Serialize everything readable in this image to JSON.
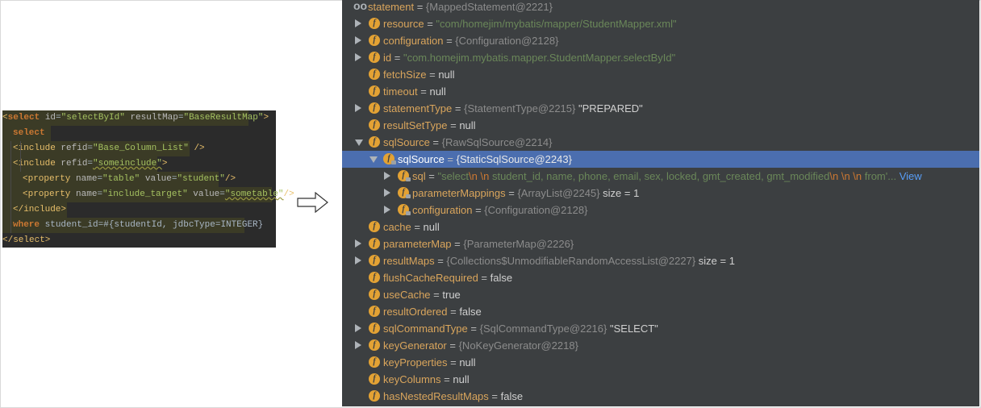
{
  "code": {
    "lines": [
      {
        "parts": [
          [
            "tag",
            "<"
          ],
          [
            "kw",
            "select"
          ],
          [
            "attr",
            " id"
          ],
          [
            "plain",
            "="
          ],
          [
            "val",
            "\"selectById\""
          ],
          [
            "attr",
            " resultMap"
          ],
          [
            "plain",
            "="
          ],
          [
            "val",
            "\"BaseResultMap\""
          ],
          [
            "tag",
            ">"
          ]
        ],
        "indent": 0,
        "highlight": true
      },
      {
        "parts": [
          [
            "kw",
            "select"
          ]
        ],
        "indent": 1,
        "highlight": true
      },
      {
        "parts": [
          [
            "tag",
            "<include"
          ],
          [
            "attr",
            " refid"
          ],
          [
            "plain",
            "="
          ],
          [
            "val",
            "\"Base_Column_List\""
          ],
          [
            "tag",
            " />"
          ]
        ],
        "indent": 1,
        "highlight": true
      },
      {
        "parts": [
          [
            "tag",
            "<include"
          ],
          [
            "attr",
            " refid"
          ],
          [
            "plain",
            "="
          ],
          [
            "val",
            "\"someinclude\""
          ],
          [
            "tag",
            ">"
          ]
        ],
        "indent": 1,
        "highlight": true
      },
      {
        "parts": [
          [
            "tag",
            "<property"
          ],
          [
            "attr",
            " name"
          ],
          [
            "plain",
            "="
          ],
          [
            "val",
            "\"table\""
          ],
          [
            "attr",
            " value"
          ],
          [
            "plain",
            "="
          ],
          [
            "val",
            "\"student\""
          ],
          [
            "tag",
            "/>"
          ]
        ],
        "indent": 2,
        "highlight": true
      },
      {
        "parts": [
          [
            "tag",
            "<property"
          ],
          [
            "attr",
            " name"
          ],
          [
            "plain",
            "="
          ],
          [
            "val",
            "\"include_target\""
          ],
          [
            "attr",
            " value"
          ],
          [
            "plain",
            "="
          ],
          [
            "val",
            "\"sometable\""
          ],
          [
            "tag",
            "/>"
          ]
        ],
        "indent": 2,
        "highlight": true
      },
      {
        "parts": [
          [
            "tag",
            "</include>"
          ]
        ],
        "indent": 1,
        "highlight": true
      },
      {
        "parts": [
          [
            "kw",
            "where"
          ],
          [
            "plain",
            " student_id=#{studentId, jdbcType=INTEGER}"
          ]
        ],
        "indent": 1,
        "highlight": true
      },
      {
        "parts": [
          [
            "tag",
            "</select>"
          ]
        ],
        "indent": 0,
        "highlight": false
      }
    ]
  },
  "arrow": {
    "icon": "right-arrow-icon"
  },
  "debugger": {
    "header": {
      "name": "statement",
      "eq": " = ",
      "ref": "{MappedStatement@2221}"
    },
    "rows": [
      {
        "depth": 0,
        "expand": "right",
        "name": "resource",
        "ref": "",
        "value": "\"com/homejim/mybatis/mapper/StudentMapper.xml\"",
        "vtype": "str"
      },
      {
        "depth": 0,
        "expand": "right",
        "name": "configuration",
        "ref": "{Configuration@2128}",
        "value": "",
        "vtype": ""
      },
      {
        "depth": 0,
        "expand": "right",
        "name": "id",
        "ref": "",
        "value": "\"com.homejim.mybatis.mapper.StudentMapper.selectById\"",
        "vtype": "str"
      },
      {
        "depth": 0,
        "expand": "none",
        "name": "fetchSize",
        "ref": "",
        "value": "null",
        "vtype": "plain"
      },
      {
        "depth": 0,
        "expand": "none",
        "name": "timeout",
        "ref": "",
        "value": "null",
        "vtype": "plain"
      },
      {
        "depth": 0,
        "expand": "right",
        "name": "statementType",
        "ref": "{StatementType@2215}",
        "value": "\"PREPARED\"",
        "vtype": "plain"
      },
      {
        "depth": 0,
        "expand": "none",
        "name": "resultSetType",
        "ref": "",
        "value": "null",
        "vtype": "plain"
      },
      {
        "depth": 0,
        "expand": "down",
        "name": "sqlSource",
        "ref": "{RawSqlSource@2214}",
        "value": "",
        "vtype": ""
      },
      {
        "depth": 1,
        "expand": "down",
        "name": "sqlSource",
        "ref": "{StaticSqlSource@2243}",
        "value": "",
        "vtype": "",
        "selected": true,
        "locked": true
      },
      {
        "depth": 2,
        "expand": "right",
        "name": "sql",
        "ref": "",
        "value": "\"select\\n    \\n    student_id, name, phone, email, sex, locked, gmt_created, gmt_modified\\n   \\n    \\n    from'...",
        "vtype": "sql",
        "locked": true,
        "link": "View"
      },
      {
        "depth": 2,
        "expand": "right",
        "name": "parameterMappings",
        "ref": "{ArrayList@2245}",
        "value": " size = 1",
        "vtype": "plain",
        "locked": true
      },
      {
        "depth": 2,
        "expand": "right",
        "name": "configuration",
        "ref": "{Configuration@2128}",
        "value": "",
        "vtype": "",
        "locked": true
      },
      {
        "depth": 0,
        "expand": "none",
        "name": "cache",
        "ref": "",
        "value": "null",
        "vtype": "plain"
      },
      {
        "depth": 0,
        "expand": "right",
        "name": "parameterMap",
        "ref": "{ParameterMap@2226}",
        "value": "",
        "vtype": ""
      },
      {
        "depth": 0,
        "expand": "right",
        "name": "resultMaps",
        "ref": "{Collections$UnmodifiableRandomAccessList@2227}",
        "value": " size = 1",
        "vtype": "plain"
      },
      {
        "depth": 0,
        "expand": "none",
        "name": "flushCacheRequired",
        "ref": "",
        "value": "false",
        "vtype": "plain"
      },
      {
        "depth": 0,
        "expand": "none",
        "name": "useCache",
        "ref": "",
        "value": "true",
        "vtype": "plain"
      },
      {
        "depth": 0,
        "expand": "none",
        "name": "resultOrdered",
        "ref": "",
        "value": "false",
        "vtype": "plain"
      },
      {
        "depth": 0,
        "expand": "right",
        "name": "sqlCommandType",
        "ref": "{SqlCommandType@2216}",
        "value": "\"SELECT\"",
        "vtype": "plain"
      },
      {
        "depth": 0,
        "expand": "right",
        "name": "keyGenerator",
        "ref": "{NoKeyGenerator@2218}",
        "value": "",
        "vtype": ""
      },
      {
        "depth": 0,
        "expand": "none",
        "name": "keyProperties",
        "ref": "",
        "value": "null",
        "vtype": "plain"
      },
      {
        "depth": 0,
        "expand": "none",
        "name": "keyColumns",
        "ref": "",
        "value": "null",
        "vtype": "plain"
      },
      {
        "depth": 0,
        "expand": "none",
        "name": "hasNestedResultMaps",
        "ref": "",
        "value": "false",
        "vtype": "plain"
      }
    ],
    "field_icon_letter": "f"
  }
}
